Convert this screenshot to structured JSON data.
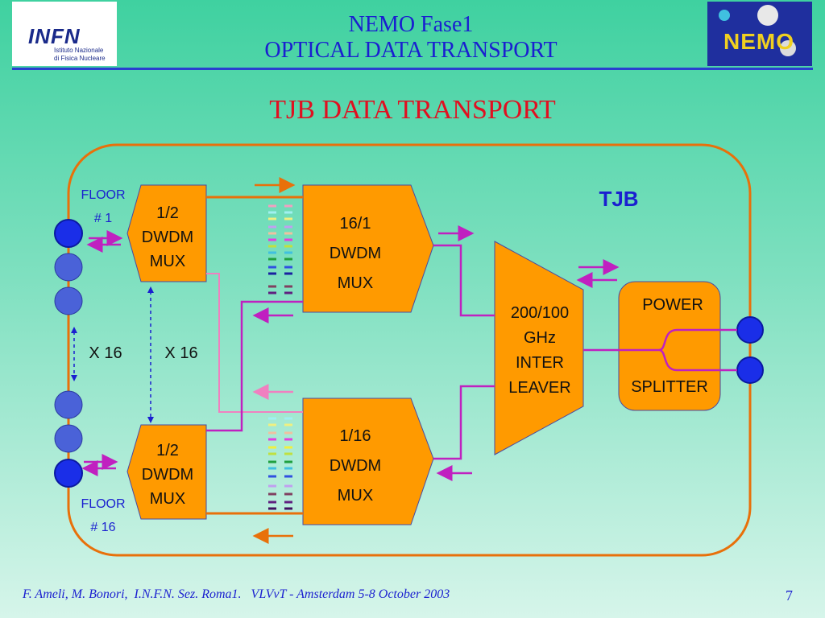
{
  "header": {
    "title_line1": "NEMO Fase1",
    "title_line2": "OPTICAL DATA TRANSPORT",
    "logo_left": {
      "text": "INFN",
      "subtext_line1": "Istituto Nazionale",
      "subtext_line2": "di Fisica Nucleare"
    },
    "logo_right": {
      "text": "NEMO"
    }
  },
  "slide_title": "TJB DATA TRANSPORT",
  "diagram": {
    "box_label": "TJB",
    "floor_top": {
      "line1": "FLOOR",
      "line2": "# 1"
    },
    "floor_bottom": {
      "line1": "FLOOR",
      "line2": "# 16"
    },
    "multiplier_left": "X 16",
    "multiplier_mid": "X 16",
    "mux_top": [
      "1/2",
      "DWDM",
      "MUX"
    ],
    "mux_bottom": [
      "1/2",
      "DWDM",
      "MUX"
    ],
    "dwdm_top": [
      "16/1",
      "DWDM",
      "MUX"
    ],
    "dwdm_bottom": [
      "1/16",
      "DWDM",
      "MUX"
    ],
    "interleaver": [
      "200/100",
      "GHz",
      "INTER",
      "LEAVER"
    ],
    "splitter": {
      "top": "POWER",
      "bottom": "SPLITTER"
    },
    "colors": {
      "frame": "#e8700a",
      "box_fill": "#ff9a00",
      "fiber": "#d020c0",
      "node": "#1a2ee8",
      "text_blue": "#1a1fd0"
    }
  },
  "footer": {
    "text": "F. Ameli, M. Bonori,  I.N.F.N. Sez. Roma1.   VLVνT - Amsterdam 5-8 October 2003",
    "page": "7"
  }
}
